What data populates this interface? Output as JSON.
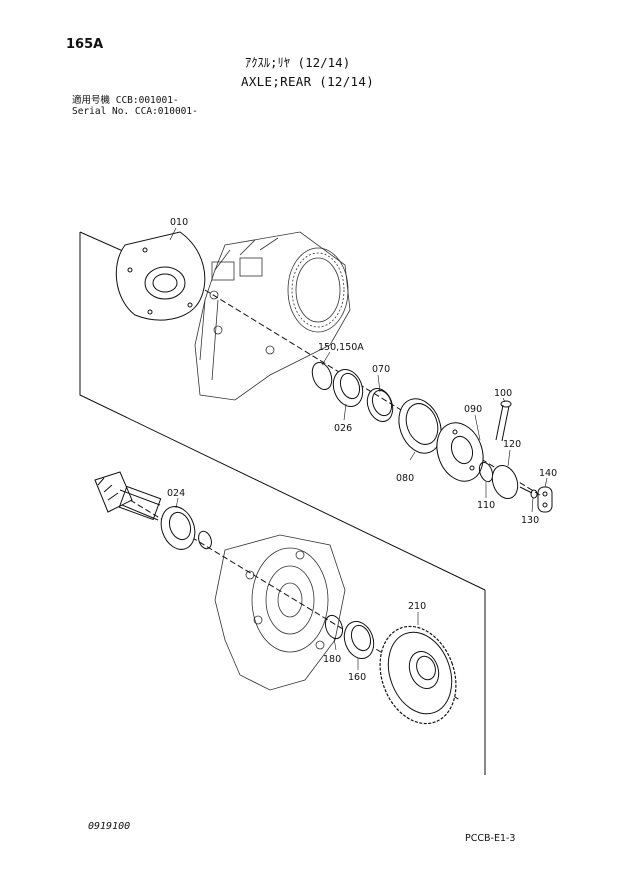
{
  "header": {
    "page_id": "165A",
    "title_jp": "ｱｸｽﾙ;ﾘﾔ (12/14)",
    "title_en": "AXLE;REAR (12/14)",
    "serial_line1": "適用号機 CCB:001001-",
    "serial_line2": "Serial No. CCA:010001-"
  },
  "parts": [
    {
      "id": "p010",
      "label": "010"
    },
    {
      "id": "p150",
      "label": "150,150A"
    },
    {
      "id": "p070",
      "label": "070"
    },
    {
      "id": "p026",
      "label": "026"
    },
    {
      "id": "p100",
      "label": "100"
    },
    {
      "id": "p090",
      "label": "090"
    },
    {
      "id": "p120",
      "label": "120"
    },
    {
      "id": "p080",
      "label": "080"
    },
    {
      "id": "p140",
      "label": "140"
    },
    {
      "id": "p110",
      "label": "110"
    },
    {
      "id": "p130",
      "label": "130"
    },
    {
      "id": "p024",
      "label": "024"
    },
    {
      "id": "p210",
      "label": "210"
    },
    {
      "id": "p180",
      "label": "180"
    },
    {
      "id": "p160",
      "label": "160"
    }
  ],
  "footer": {
    "doc_no": "0919100",
    "plate_code": "PCCB-E1-3"
  }
}
